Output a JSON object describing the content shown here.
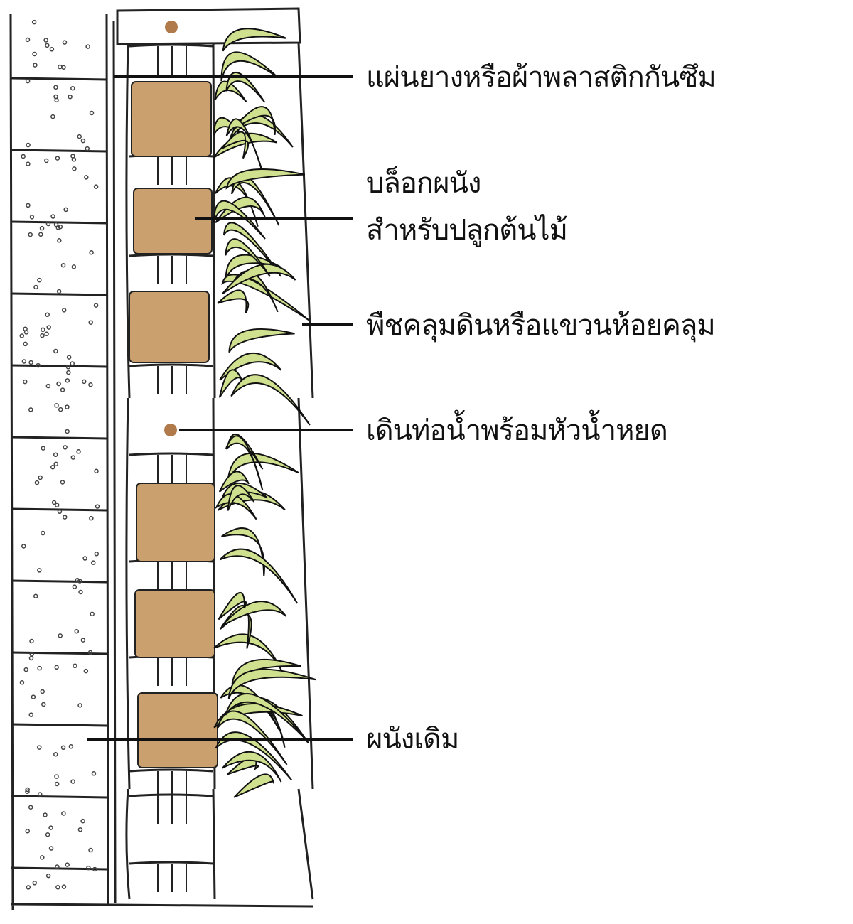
{
  "labels": {
    "waterproof": "แผ่นยางหรือผ้าพลาสติกกันซึม",
    "block_line1": "บล็อกผนัง",
    "block_line2": "สำหรับปลูกต้นไม้",
    "plants": "พืชคลุมดินหรือแขวนห้อยคลุม",
    "pipe": "เดินท่อน้ำพร้อมหัวน้ำหยด",
    "wall": "ผนังเดิม"
  },
  "colors": {
    "pot": "#c9a06e",
    "leaf": "#cfe08f",
    "dot": "#b07a4a",
    "ink": "#111111"
  }
}
